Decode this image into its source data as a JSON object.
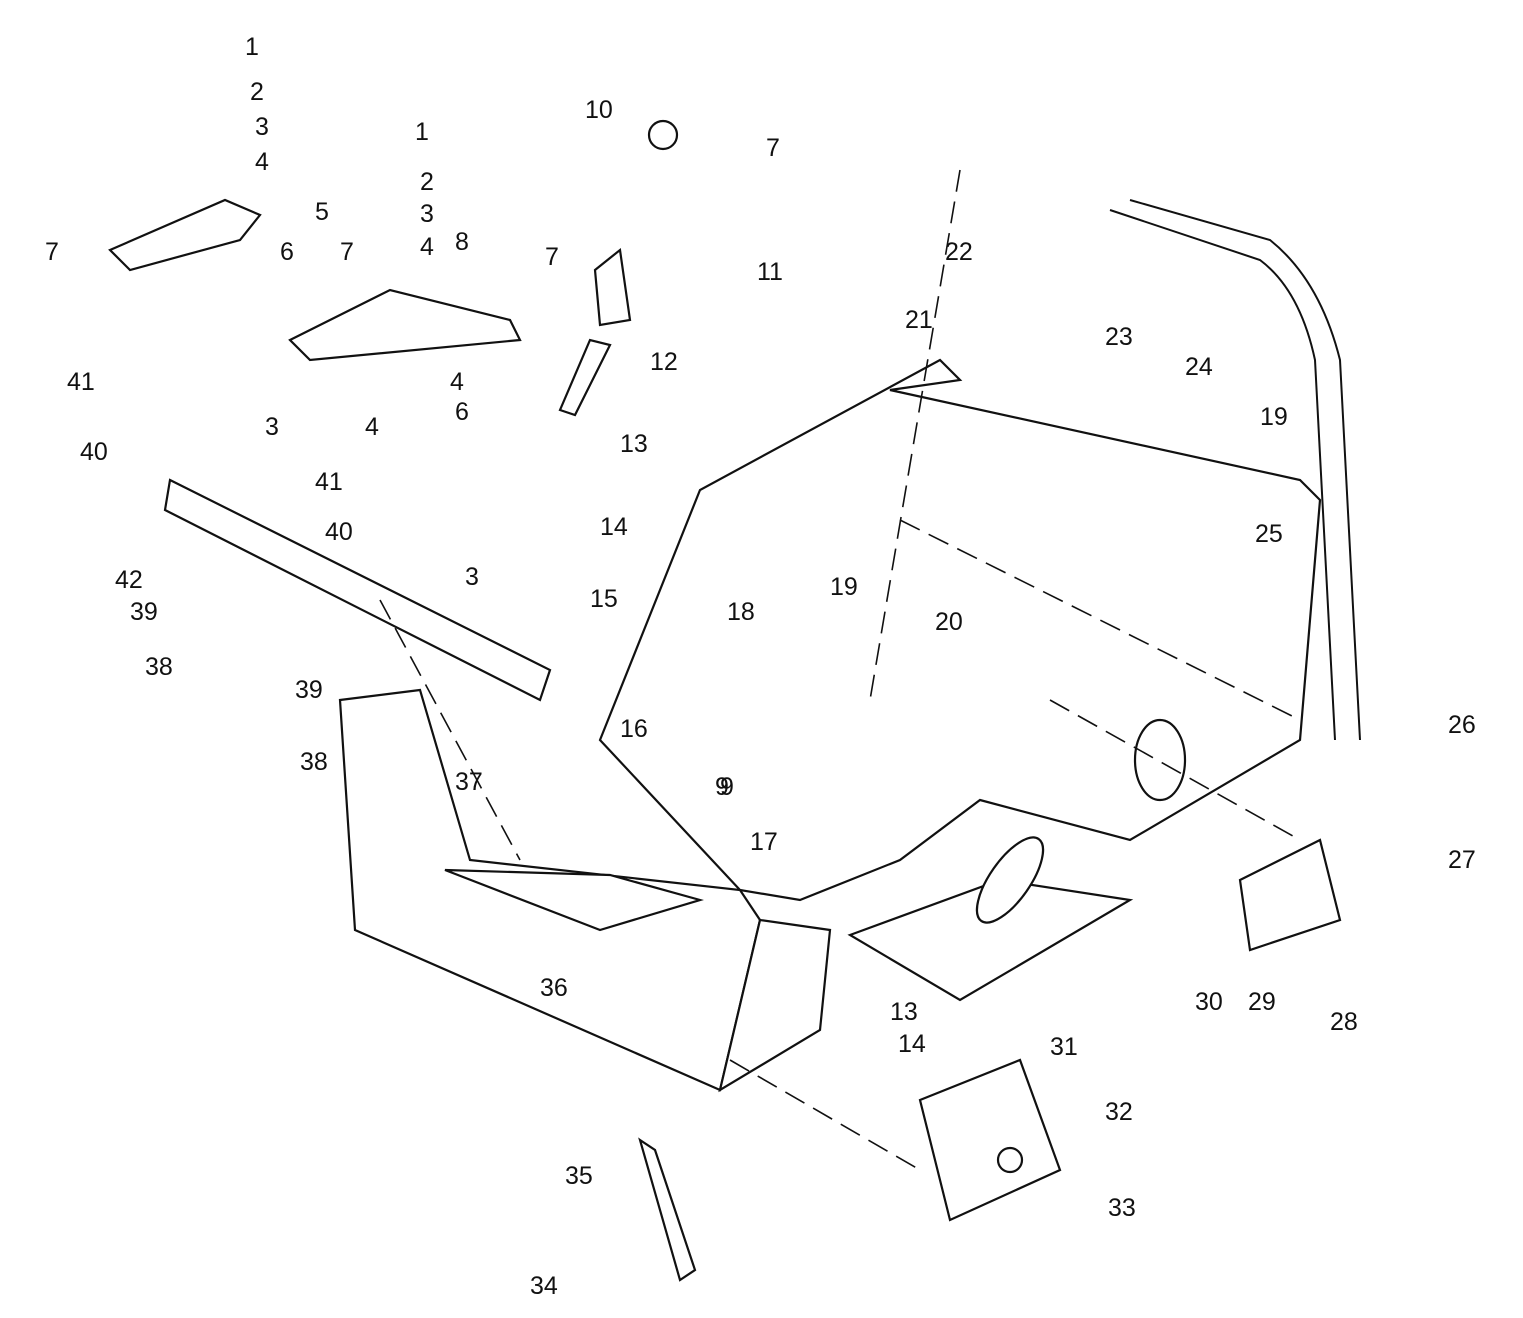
{
  "diagram": {
    "type": "exploded-parts-diagram",
    "callouts": [
      "1",
      "2",
      "3",
      "4",
      "1",
      "2",
      "3",
      "4",
      "5",
      "6",
      "7",
      "7",
      "7",
      "8",
      "4",
      "3",
      "6",
      "4",
      "41",
      "40",
      "3",
      "41",
      "40",
      "42",
      "39",
      "38",
      "39",
      "38",
      "37",
      "9",
      "10",
      "11",
      "12",
      "13",
      "14",
      "15",
      "16",
      "9",
      "17",
      "18",
      "19",
      "20",
      "7",
      "22",
      "21",
      "23",
      "24",
      "19",
      "25",
      "26",
      "27",
      "28",
      "29",
      "30",
      "31",
      "32",
      "33",
      "13",
      "14",
      "36",
      "35",
      "34"
    ]
  }
}
